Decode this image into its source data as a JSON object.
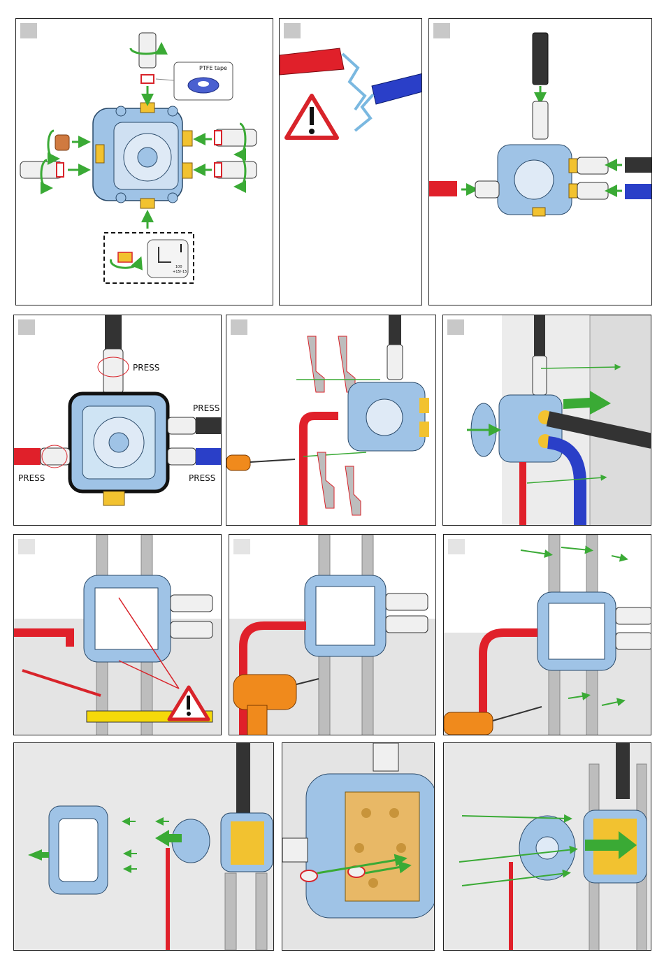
{
  "labels": {
    "ptfe_tape": "PTFE tape",
    "press": "PRESS",
    "dim_top": "100",
    "dim_bottom": "+15/-15"
  },
  "icons": [
    "warning-triangle-icon",
    "rotate-arrow-icon",
    "insert-arrow-icon"
  ],
  "colors": {
    "arrow": "#3aaa35",
    "hot_pipe": "#e0202a",
    "cold_pipe": "#2a3fc8",
    "brass": "#f2c230",
    "housing": "#9fc3e6",
    "frame_gray": "#bdbdbd",
    "warning_red": "#d8232a",
    "drill_orange": "#f08a1c",
    "level_yellow": "#f5d90a"
  }
}
